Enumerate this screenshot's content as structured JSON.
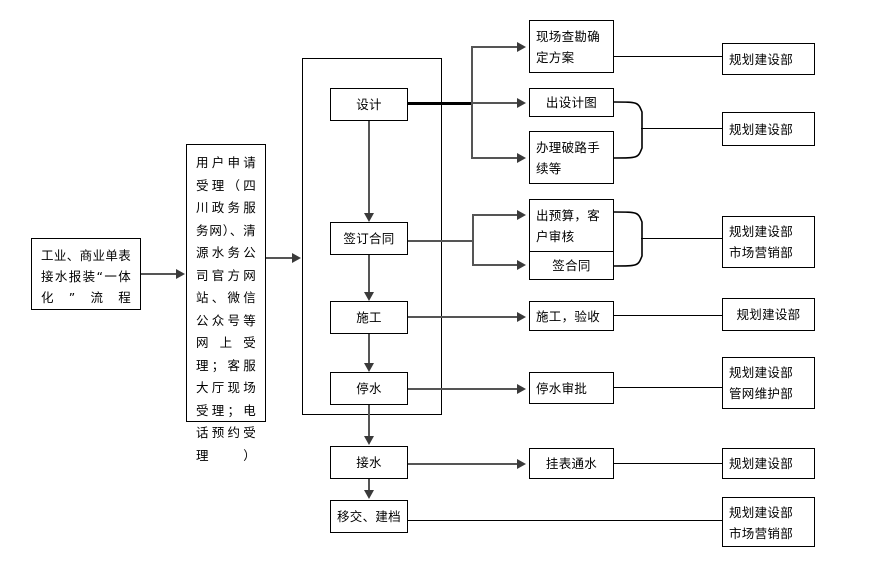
{
  "diagram": {
    "title": "工业、商业单表接水报装“一体化”流程",
    "type": "flowchart",
    "orientation": "left-to-right"
  },
  "nodes": {
    "start": {
      "label": "工业、商业单表接水报装“一体化”流程"
    },
    "apply": {
      "label": "用户申请受理（四川政务服务网）、清源水务公司官方网站、微信公众号等网上受理；客服大厅现场受理；电话预约受理）"
    },
    "design": {
      "label": "设计"
    },
    "contract": {
      "label": "签订合同"
    },
    "construction": {
      "label": "施工"
    },
    "water_stop": {
      "label": "停水"
    },
    "water_connect": {
      "label": "接水"
    },
    "handover": {
      "label": "移交、建档"
    },
    "survey_plan": {
      "label": "现场查勘确\n定方案"
    },
    "design_drawing": {
      "label": "出设计图"
    },
    "road_permit": {
      "label": "办理破路手\n续等"
    },
    "budget_review": {
      "label": "出预算，客\n户审核"
    },
    "sign_contract": {
      "label": "签合同"
    },
    "build_accept": {
      "label": "施工，验收"
    },
    "stop_approval": {
      "label": "停水审批"
    },
    "meter_water": {
      "label": "挂表通水"
    }
  },
  "departments": {
    "dept_1": {
      "label": "规划建设部"
    },
    "dept_2": {
      "label": "规划建设部"
    },
    "dept_3": {
      "label": "规划建设部\n市场营销部"
    },
    "dept_4": {
      "label": "规划建设部"
    },
    "dept_5": {
      "label": "规划建设部\n管网维护部"
    },
    "dept_6": {
      "label": "规划建设部"
    },
    "dept_7": {
      "label": "规划建设部\n市场营销部"
    }
  },
  "colors": {
    "line": "#555555",
    "line_dark": "#000000",
    "border": "#000000",
    "background": "#ffffff",
    "text": "#000000"
  }
}
